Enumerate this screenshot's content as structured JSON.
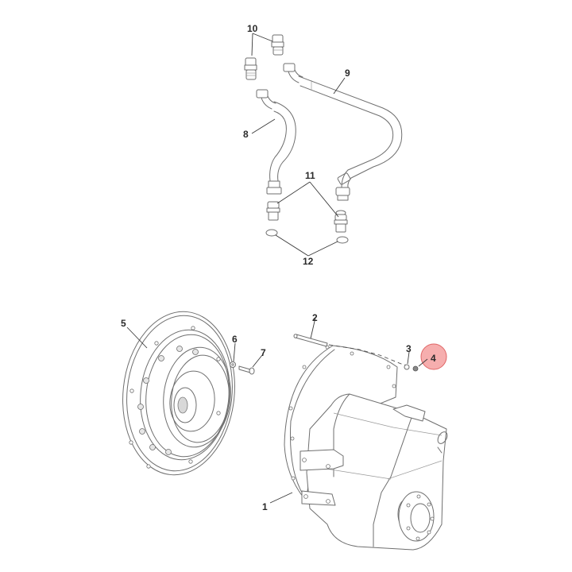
{
  "diagram": {
    "title": "Exploded parts diagram",
    "highlight": {
      "callout": "4",
      "color": "#f4a0a0",
      "stroke": "#e06666"
    },
    "callouts": [
      {
        "id": "1",
        "label": "1",
        "part": "housing"
      },
      {
        "id": "2",
        "label": "2",
        "part": "dowel-pin"
      },
      {
        "id": "3",
        "label": "3",
        "part": "washer"
      },
      {
        "id": "4",
        "label": "4",
        "part": "nut"
      },
      {
        "id": "5",
        "label": "5",
        "part": "drive-plate"
      },
      {
        "id": "6",
        "label": "6",
        "part": "washer"
      },
      {
        "id": "7",
        "label": "7",
        "part": "bolt"
      },
      {
        "id": "8",
        "label": "8",
        "part": "hose"
      },
      {
        "id": "9",
        "label": "9",
        "part": "hose"
      },
      {
        "id": "10",
        "label": "10",
        "part": "fitting"
      },
      {
        "id": "11",
        "label": "11",
        "part": "fitting"
      },
      {
        "id": "12",
        "label": "12",
        "part": "o-ring"
      }
    ]
  }
}
